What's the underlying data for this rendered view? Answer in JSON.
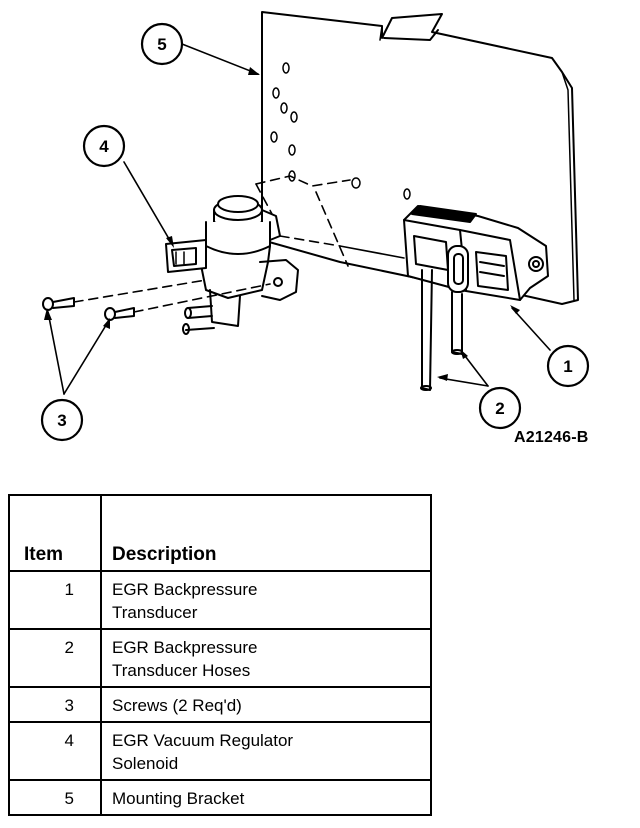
{
  "figure_id": "A21246-B",
  "callouts": [
    "1",
    "2",
    "3",
    "4",
    "5"
  ],
  "legend": {
    "headers": {
      "item": "Item",
      "description": "Description"
    },
    "rows": [
      {
        "item": "1",
        "lines": [
          "EGR Backpressure",
          "Transducer"
        ]
      },
      {
        "item": "2",
        "lines": [
          "EGR Backpressure",
          "Transducer Hoses"
        ]
      },
      {
        "item": "3",
        "lines": [
          "Screws (2 Req'd)"
        ]
      },
      {
        "item": "4",
        "lines": [
          "EGR Vacuum Regulator",
          "Solenoid"
        ]
      },
      {
        "item": "5",
        "lines": [
          "Mounting Bracket"
        ]
      }
    ]
  }
}
